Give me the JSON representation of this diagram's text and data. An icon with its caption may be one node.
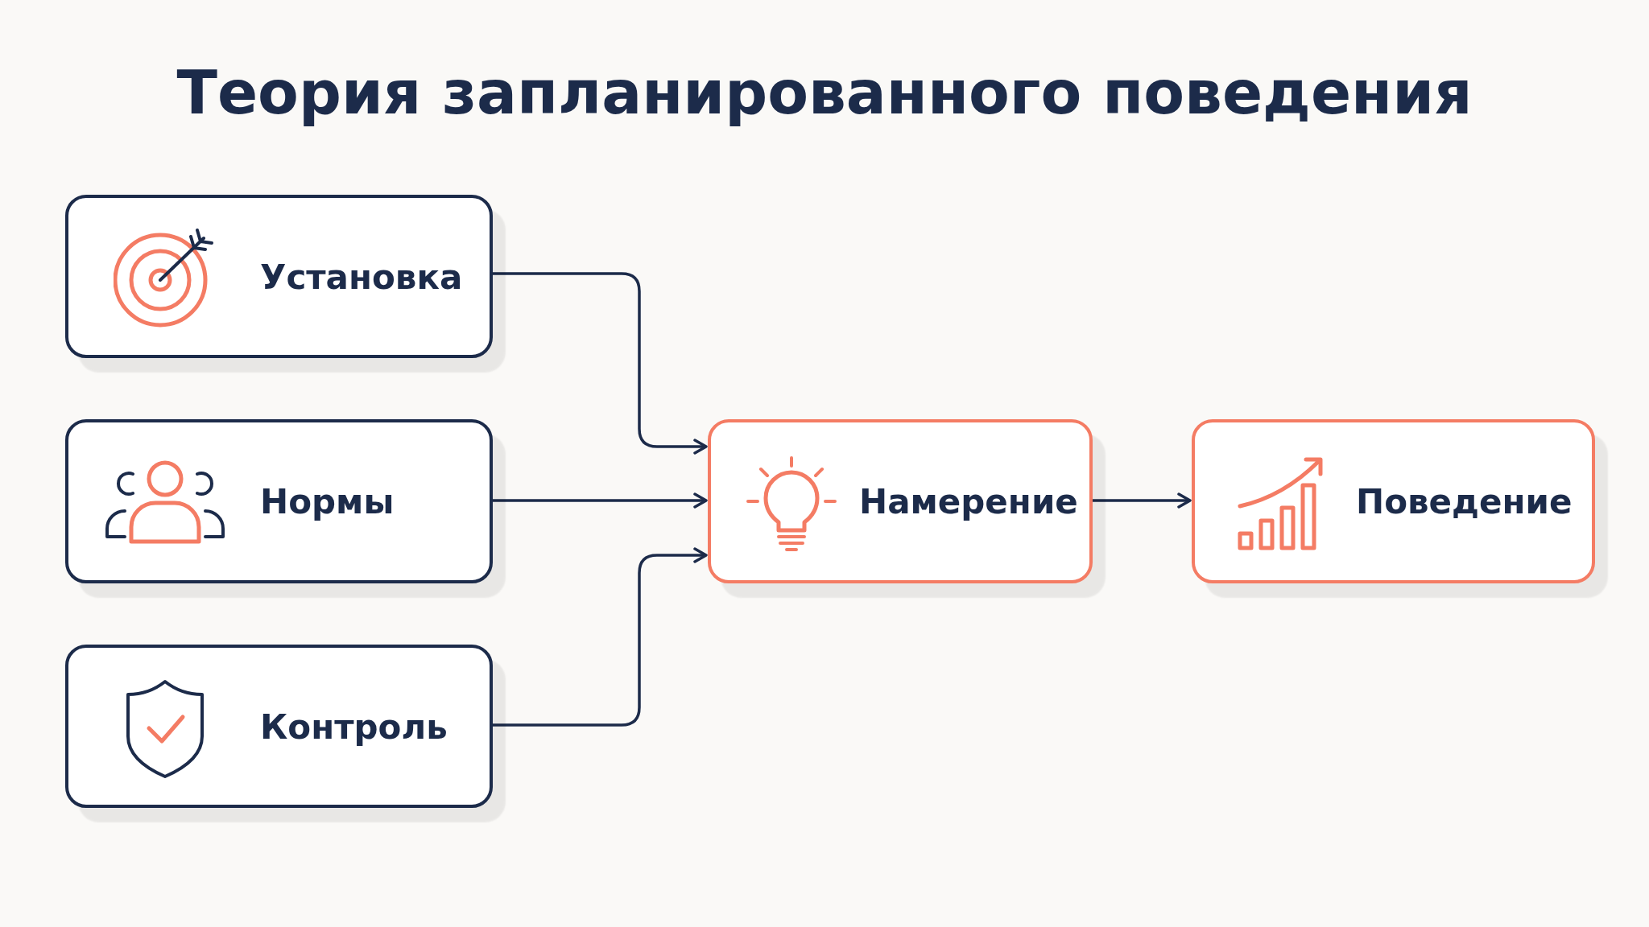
{
  "diagram": {
    "title": "Теория запланированного поведения",
    "nodes": [
      {
        "text": [
          "Установка"
        ]
      },
      {
        "text": [
          "Нормы"
        ]
      },
      {
        "text": [
          "Контроль"
        ]
      },
      {
        "text": [
          "Намерение"
        ]
      },
      {
        "text": [
          "Поведение"
        ]
      }
    ],
    "edges": [
      {
        "from": 0,
        "to": 3,
        "arrow": "to"
      },
      {
        "from": 1,
        "to": 3,
        "arrow": "to"
      },
      {
        "from": 2,
        "to": 3,
        "arrow": "to"
      },
      {
        "from": 3,
        "to": 4,
        "arrow": "to"
      }
    ]
  }
}
